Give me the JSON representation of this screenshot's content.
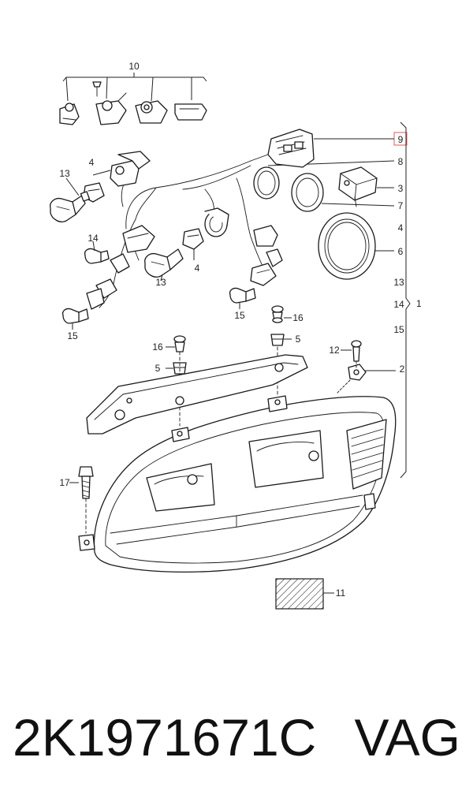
{
  "callouts": {
    "c10": "10",
    "c9": "9",
    "c8": "8",
    "c3": "3",
    "c7": "7",
    "c4r": "4",
    "c6": "6",
    "c13r": "13",
    "c14r": "14",
    "c1": "1",
    "c15r": "15",
    "c13l": "13",
    "c4l": "4",
    "c14l": "14",
    "c13m": "13",
    "c4m": "4",
    "c15m": "15",
    "c15l": "15",
    "c16r": "16",
    "c5r": "5",
    "c16l": "16",
    "c5l": "5",
    "c12": "12",
    "c2": "2",
    "c17": "17",
    "c11": "11"
  },
  "footer": {
    "part_number": "2K1971671C",
    "brand": "VAG"
  },
  "colors": {
    "highlight_box": "#e05a5a",
    "line": "#222222"
  }
}
